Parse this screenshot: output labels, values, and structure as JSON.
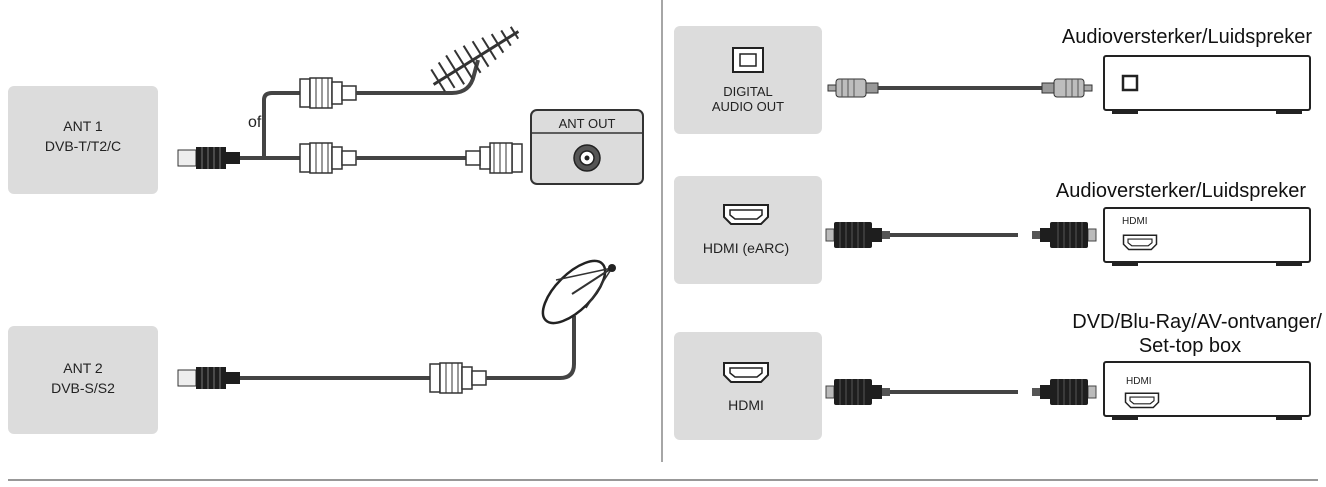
{
  "colors": {
    "port_box": "#dcdcdc",
    "cable": "#444444",
    "connector_dark": "#1e1e1e",
    "line": "#555555",
    "device_fill": "#ffffff"
  },
  "left": {
    "ant1": {
      "line1": "ANT 1",
      "line2": "DVB-T/T2/C"
    },
    "ant2": {
      "line1": "ANT 2",
      "line2": "DVB-S/S2"
    },
    "or_label": "of",
    "ant_out_label": "ANT OUT",
    "antenna_icon": "antenna-icon",
    "dish_icon": "satellite-dish-icon"
  },
  "right": {
    "rows": [
      {
        "port_line1": "DIGITAL",
        "port_line2": "AUDIO OUT",
        "device_line1": "Audioversterker/Luidspreker",
        "device_line2": "",
        "device_port": "",
        "port_icon": "optical-port-icon"
      },
      {
        "port_line1": "HDMI (eARC)",
        "port_line2": "",
        "device_line1": "Audioversterker/Luidspreker",
        "device_line2": "",
        "device_port": "HDMI",
        "port_icon": "hdmi-port-icon"
      },
      {
        "port_line1": "HDMI",
        "port_line2": "",
        "device_line1": "DVD/Blu-Ray/AV-ontvanger/",
        "device_line2": "Set-top box",
        "device_port": "HDMI",
        "port_icon": "hdmi-port-icon"
      }
    ]
  }
}
